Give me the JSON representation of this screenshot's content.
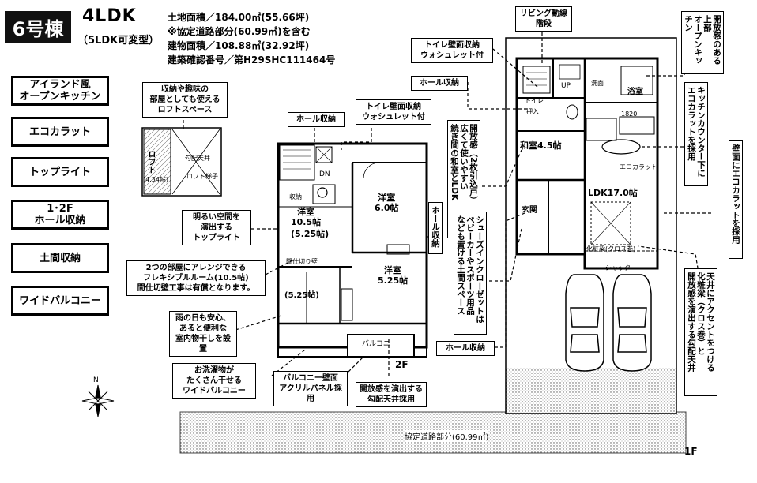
{
  "header": {
    "badge": "6号棟",
    "plan_type": "4LDK",
    "plan_sub": "（5LDK可変型）",
    "land_area": "土地面積／184.00㎡(55.66坪)",
    "setback": "※協定道路部分(60.99㎡)を含む",
    "building_area": "建物面積／108.88㎡(32.92坪)",
    "permit": "建築確認番号／第H29SHC111464号"
  },
  "features": [
    "アイランド風\nオープンキッチン",
    "エコカラット",
    "トップライト",
    "1･2F\nホール収納",
    "土間収納",
    "ワイドバルコニー"
  ],
  "callouts": {
    "loft": "収納や趣味の\n部屋としても使える\nロフトスペース",
    "hall_storage_2f": "ホール収納",
    "toilet_2f": "トイレ壁面収納\nウォシュレット付",
    "toplight": "明るい空間を\n演出する\nトップライト",
    "flexible": "2つの部屋にアレンジできる\nフレキシブルルーム(10.5帖)\n間仕切壁工事は有償となります。",
    "drying": "雨の日も安心、\nあると便利な\n室内物干しを設置",
    "wide_balcony": "お洗濯物が\nたくさん干せる\nワイドバルコニー",
    "acrylic": "バルコニー壁面\nアクリルパネル採用",
    "ceiling_2f": "開放感を演出する\n勾配天井採用",
    "hall_storage_2f_v": "ホール収納",
    "toilet_1f": "トイレ壁面収納\nウォシュレット付",
    "hall_storage_1f_top": "ホール収納",
    "living_stair": "リビング動線\n階段",
    "washitsu": "開放感（2枚引込戸）\n広くて使いやすい\n続き間の和室とLDK",
    "shoes": "シューズインクローゼットは\nベビーカーやスポーツ用品\nなども置ける土間スペース",
    "hall_storage_1f": "ホール収納",
    "open_kitchen": "開放感のある上部\nオープンキッチン",
    "counter_eco": "キッチンカウンター下に\nエコカラットを採用",
    "wall_eco": "壁面にエコカラットを採用",
    "ceiling_1f": "天井にアクセントをつける\n化粧梁（クロス巻）と\n開放感を演出する勾配天井"
  },
  "rooms": {
    "loft_label": "ロフト",
    "loft_area": "(4.34帖)",
    "loft_ceiling": "勾配天井",
    "loft_ladder": "ロフト梯子",
    "western1": "洋室\n10.5帖",
    "western1_split": "(5.25帖)",
    "western1_split2": "(5.25帖)",
    "partition": "間仕切り壁",
    "western2": "洋室\n6.0帖",
    "western3": "洋室\n5.25帖",
    "balcony": "バルコニー",
    "floor2": "2F",
    "washitsu_room": "和室4.5帖",
    "ldk": "LDK17.0帖",
    "washroom": "洗面",
    "bath": "浴室",
    "entrance": "玄関",
    "road": "協定道路部分(60.99㎡)",
    "floor1": "1F",
    "up": "UP",
    "dn": "DN",
    "storage": "収納",
    "closet": "押入",
    "kitchen_size": "1820",
    "eco": "エコカラット",
    "beam": "化粧梁(クロス巻)",
    "shutter": "シャッター",
    "toilet": "トイレ"
  }
}
